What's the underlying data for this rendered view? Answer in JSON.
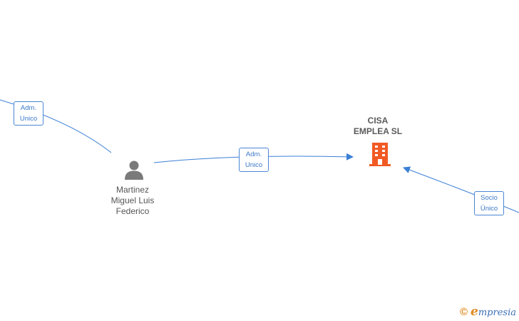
{
  "colors": {
    "edge": "#3b7fd6",
    "label_border": "#4a86d4",
    "label_text": "#3a78c8",
    "company_icon": "#f15a24",
    "person_icon": "#7a7a7a",
    "brand_orange": "#e08a1e",
    "brand_blue": "#3a6fb5"
  },
  "nodes": {
    "person": {
      "label": "Martinez\nMiguel Luis\nFederico",
      "icon": "person-icon"
    },
    "company": {
      "label": "CISA\nEMPLEA  SL",
      "icon": "building-icon"
    }
  },
  "edges": {
    "left_offscreen_to_person": {
      "label": "Adm.\nUnico"
    },
    "person_to_company": {
      "label": "Adm.\nUnico"
    },
    "right_offscreen_to_company": {
      "label": "Socio\nÚnico"
    }
  },
  "footer": {
    "copyright_symbol": "©",
    "brand_initial": "e",
    "brand_rest": "mpresia"
  }
}
